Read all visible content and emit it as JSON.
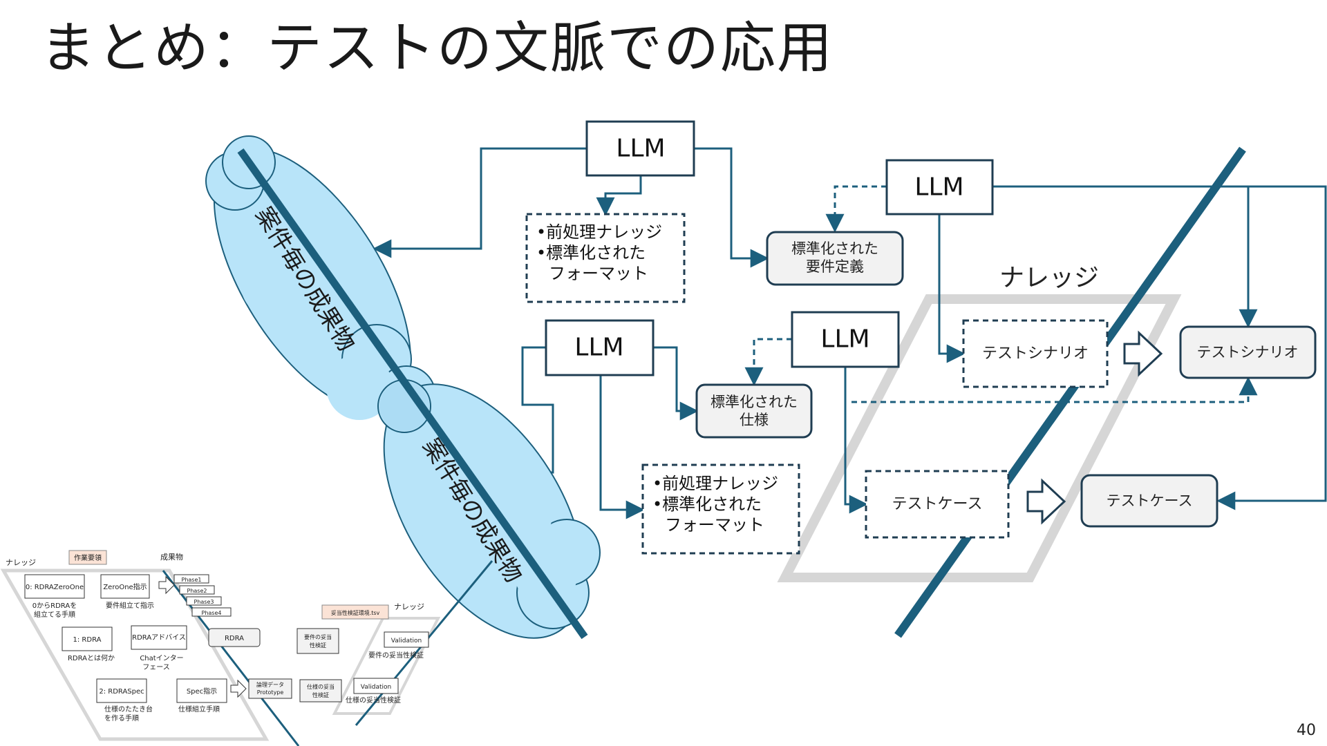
{
  "slide": {
    "title": "まとめ：テストの文脈での応用",
    "page_number": "40"
  },
  "colors": {
    "connector": "#1c5f7d",
    "box_border": "#1f3d52",
    "cloud_fill": "#b8e4f9",
    "cloud_stroke": "#1c5f7d",
    "parallelogram": "#d6d6d6",
    "rounded_box_fill": "#f2f2f2"
  },
  "diagram": {
    "llm_boxes": [
      "LLM",
      "LLM",
      "LLM",
      "LLM"
    ],
    "clouds": [
      "案件毎の成果物",
      "案件毎の成果物"
    ],
    "preprocess_notes": [
      {
        "lines": [
          "•前処理ナレッジ",
          "•標準化された",
          "フォーマット"
        ]
      },
      {
        "lines": [
          "•前処理ナレッジ",
          "•標準化された",
          "フォーマット"
        ]
      }
    ],
    "standardized_requirements": [
      "標準化された",
      "要件定義"
    ],
    "standardized_spec": [
      "標準化された",
      "仕様"
    ],
    "knowledge_label": "ナレッジ",
    "dashed_scenario": "テストシナリオ",
    "dashed_case": "テストケース",
    "result_scenario": "テストシナリオ",
    "result_case": "テストケース"
  },
  "thumbnail": {
    "knowledge_label_left": "ナレッジ",
    "top_tag": "作業要領",
    "deliverables_label": "成果物",
    "box_zero_one": "0: RDRAZeroOne",
    "zero_one_caption": [
      "0からRDRAを",
      "組立てる手順"
    ],
    "box_zero_one_prompt": "ZeroOne指示",
    "zero_one_prompt_caption": "要件組立て指示",
    "phases": [
      "Phase1",
      "Phase2",
      "Phase3",
      "Phase4"
    ],
    "box_rdra_intro": "1: RDRA",
    "rdra_intro_caption": "RDRAとは何か",
    "box_rdra_advice": "RDRAアドバイス",
    "rdra_advice_caption": [
      "Chatインター",
      "フェース"
    ],
    "box_rdra": "RDRA",
    "box_rdraspec": "2: RDRASpec",
    "rdraspec_caption": [
      "仕様のたたき台",
      "を作る手順"
    ],
    "box_spec_prompt": "Spec指示",
    "spec_prompt_caption": "仕様組立手順",
    "box_proto": [
      "論理データ",
      "Prototype"
    ],
    "box_req_check": [
      "要件の妥当",
      "性検証"
    ],
    "box_spec_check": [
      "仕様の妥当",
      "性検証"
    ],
    "right_tag": "妥当性検証環境.tsv",
    "knowledge_label_right": "ナレッジ",
    "validation_top": "Validation",
    "validation_top_caption": "要件の妥当性検証",
    "validation_bottom": "Validation",
    "validation_bottom_caption": "仕様の妥当性検証"
  }
}
